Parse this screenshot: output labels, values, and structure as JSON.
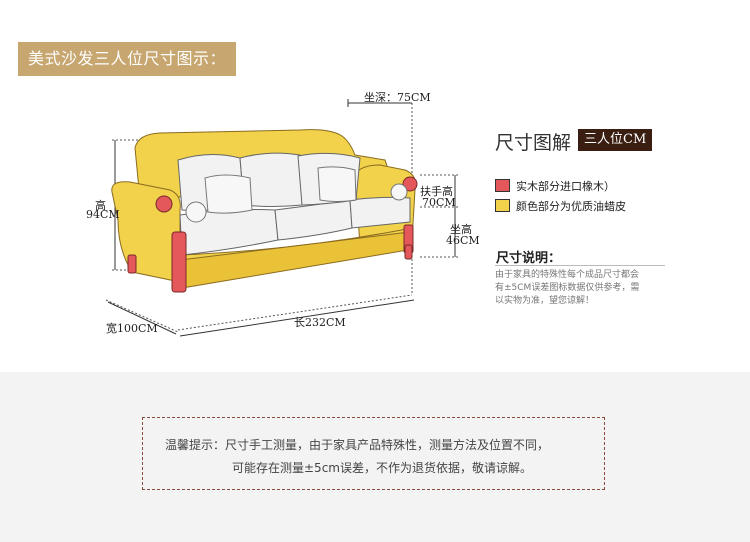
{
  "header": {
    "title": "美式沙发三人位尺寸图示："
  },
  "dimensions": {
    "depth": "坐深：75CM",
    "height": "高\n94CM",
    "height_line1": "高",
    "height_line2": "94CM",
    "armrest_line1": "扶手高",
    "armrest_line2": "70CM",
    "seat_line1": "坐高",
    "seat_line2": "46CM",
    "width": "宽100CM",
    "length": "长232CM"
  },
  "legend": {
    "title": "尺寸图解",
    "badge": "三人位CM",
    "items": [
      {
        "label": "实木部分进口橡木）",
        "color": "#e4575b"
      },
      {
        "label": "颜色部分为优质油蜡皮",
        "color": "#f1d24a"
      }
    ]
  },
  "note": {
    "title": "尺寸说明：",
    "line1": "由于家具的特殊性每个成品尺寸都会",
    "line2": "有±5CM误差图标数据仅供参考，需",
    "line3": "以实物为准，望您谅解！"
  },
  "tip": {
    "line1": "温馨提示：尺寸手工测量，由于家具产品特殊性，测量方法及位置不同，",
    "line2": "可能存在测量±5cm误差，不作为退货依据，敬请谅解。"
  },
  "colors": {
    "banner": "#c7a66f",
    "leather": "#f1d24a",
    "wood": "#e4575b",
    "cushion": "#f2f2f2",
    "tip_border": "#8a4a3c"
  }
}
